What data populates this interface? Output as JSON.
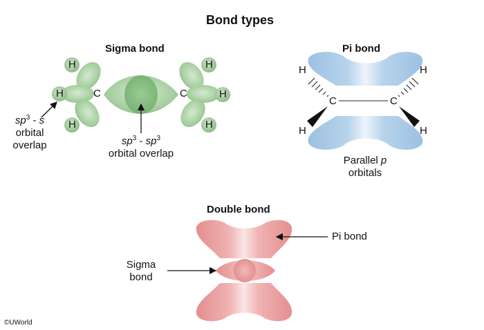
{
  "title": "Bond types",
  "sigma": {
    "heading": "Sigma bond",
    "overlap_sp3_sp3": {
      "part1": "sp",
      "sup1": "3",
      "mid": " - ",
      "part2": "sp",
      "sup2": "3",
      "line2": "orbital overlap"
    },
    "overlap_sp3_s": {
      "part1": "sp",
      "sup1": "3",
      "mid": " - ",
      "part2": "s",
      "line2": "orbital",
      "line3": "overlap"
    },
    "carbon": "C",
    "hydrogen": "H"
  },
  "pi": {
    "heading": "Pi bond",
    "caption_line1": "Parallel ",
    "caption_p": "p",
    "caption_line2": "orbitals",
    "carbon": "C",
    "hydrogen": "H"
  },
  "double": {
    "heading": "Double bond",
    "pi_label": "Pi bond",
    "sigma_label_line1": "Sigma",
    "sigma_label_line2": "bond"
  },
  "copyright": "©UWorld",
  "colors": {
    "sigma_green": "#a9cfa2",
    "pi_blue": "#a9c8e4",
    "double_pink": "#eaa0a0"
  }
}
